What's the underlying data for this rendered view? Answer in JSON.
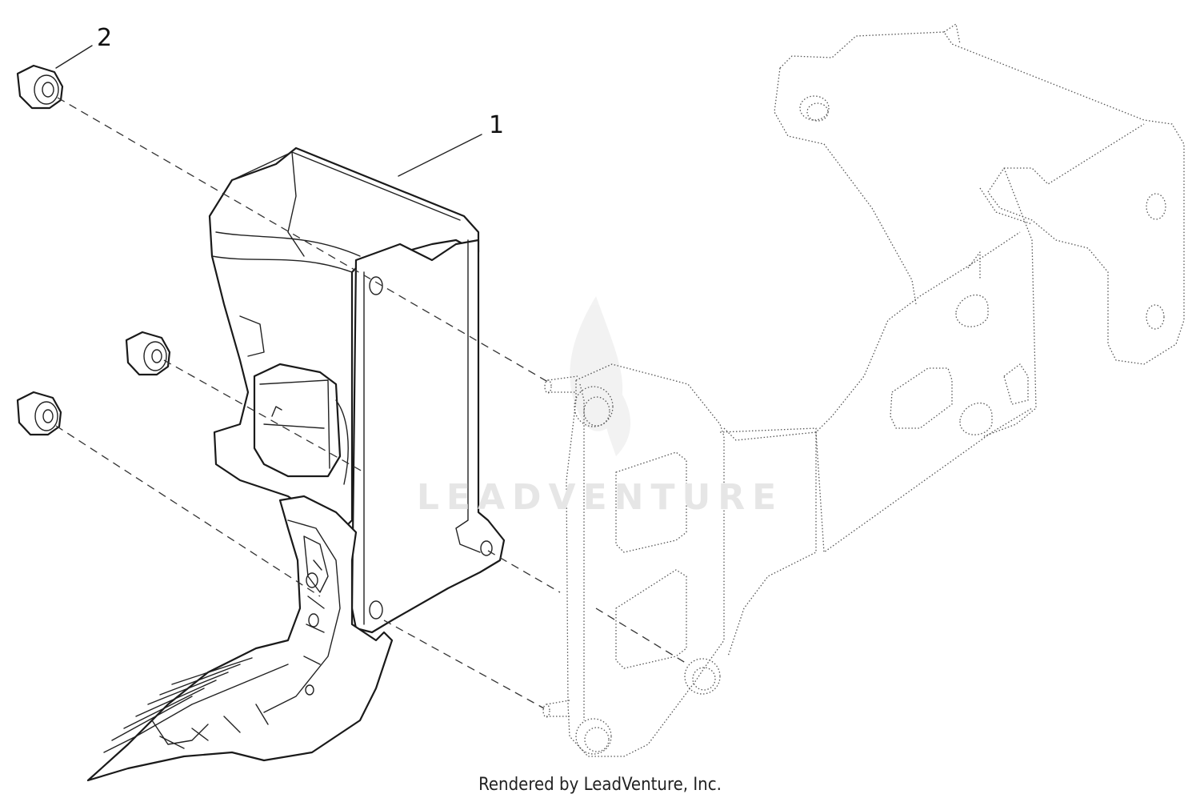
{
  "diagram": {
    "callouts": [
      {
        "id": "1",
        "label": "1"
      },
      {
        "id": "2",
        "label": "2"
      }
    ],
    "watermark": "LEADVENTURE",
    "credit": "Rendered by LeadVenture, Inc."
  }
}
